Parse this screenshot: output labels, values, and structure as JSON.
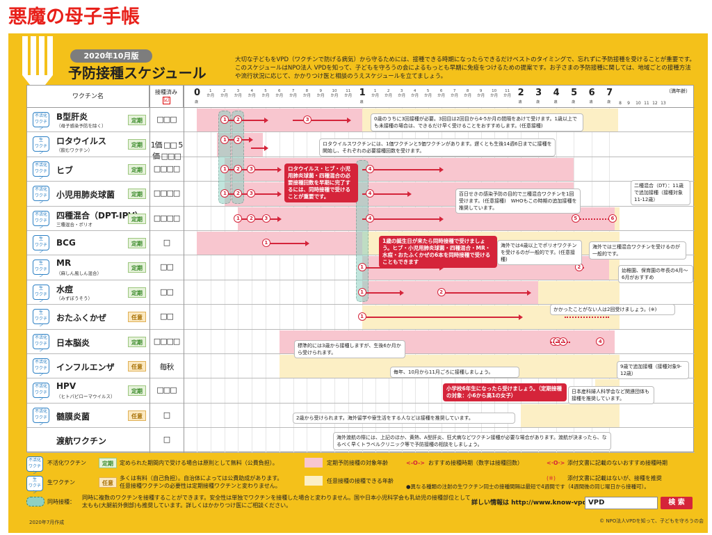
{
  "page_title": "悪魔の母子手帳",
  "badge": "2020年10月版",
  "schedule_title": "予防接種スケジュール",
  "intro": "大切な子どもをVPD（ワクチンで防げる病気）から守るためには、接種できる時期になったらできるだけベストのタイミングで、忘れずに予防接種を受けることが重要です。このスケジュールはNPO法人 VPDを知って、子どもを守ろうの会によるもっとも早期に免疫をつけるための提案です。お子さまの予防接種に関しては、地域ごとの接種方法や流行状況に応じて、かかりつけ医と相談のうえスケジュールを立てましょう。",
  "header": {
    "vaccine_name": "ワクチン名",
    "done": "接種済み",
    "done_mark": "☑",
    "age_note": "（満年齢）"
  },
  "ages_big": [
    "0",
    "1",
    "2",
    "3",
    "4",
    "5",
    "6",
    "7"
  ],
  "age_big_sub": "歳",
  "months_first": [
    "1",
    "2",
    "3",
    "4",
    "5",
    "6",
    "7",
    "8",
    "9",
    "10",
    "11"
  ],
  "months_second": [
    "1",
    "2",
    "3",
    "4",
    "5",
    "6",
    "7",
    "8",
    "9",
    "10",
    "11"
  ],
  "month_unit": "か月",
  "age_tail": [
    "8",
    "9",
    "10",
    "11",
    "12",
    "13"
  ],
  "vaccines": [
    {
      "type": "不活化",
      "name": "B型肝炎",
      "sub": "（母子感染予防を除く）",
      "cat": "定期",
      "boxes": "□□□"
    },
    {
      "type": "生",
      "name": "ロタウイルス",
      "sub": "（飲むワクチン）",
      "cat": "定期",
      "boxes": "1価 □□ 5価 □□□"
    },
    {
      "type": "不活化",
      "name": "ヒブ",
      "sub": "",
      "cat": "定期",
      "boxes": "□□□□"
    },
    {
      "type": "不活化",
      "name": "小児用肺炎球菌",
      "sub": "",
      "cat": "定期",
      "boxes": "□□□□"
    },
    {
      "type": "不活化",
      "name": "四種混合（DPT-IPV）",
      "sub": "三種混合・ポリオ",
      "cat": "定期",
      "boxes": "□□□□"
    },
    {
      "type": "生",
      "name": "BCG",
      "sub": "",
      "cat": "定期",
      "boxes": "□"
    },
    {
      "type": "生",
      "name": "MR",
      "sub": "（麻しん風しん混合）",
      "cat": "定期",
      "boxes": "□□"
    },
    {
      "type": "生",
      "name": "水痘",
      "sub": "（みずぼうそう）",
      "cat": "定期",
      "boxes": "□□"
    },
    {
      "type": "生",
      "name": "おたふくかぜ",
      "sub": "",
      "cat": "任意",
      "boxes": "□□"
    },
    {
      "type": "不活化",
      "name": "日本脳炎",
      "sub": "",
      "cat": "定期",
      "boxes": "□□□□"
    },
    {
      "type": "不活化",
      "name": "インフルエンザ",
      "sub": "",
      "cat": "任意",
      "boxes": "毎秋"
    },
    {
      "type": "不活化",
      "name": "HPV",
      "sub": "（ヒトパピローマウイルス）",
      "cat": "定期",
      "boxes": "□□□"
    },
    {
      "type": "不活化",
      "name": "髄膜炎菌",
      "sub": "",
      "cat": "任意",
      "boxes": "□"
    },
    {
      "type": "",
      "name": "渡航ワクチン",
      "sub": "",
      "cat": "",
      "boxes": "□"
    }
  ],
  "notes": {
    "hepb": "0歳のうちに3回接種が必要。3回目は2回目から4-5か月の間隔をあけて受けます。1歳以上でも未接種の場合は、できるだけ早く受けることをおすすめします。(任意接種)",
    "rota": "ロタウイルスワクチンには、1価ワクチンと5価ワクチンがあります。遅くとも生後14週6日までに接種を開始し、それぞれの必要接種回数を受けます。",
    "simul_red": "ロタウイルス・ヒブ・小児用肺炎球菌・四種混合の必要接種回数を早期に完了するには、同時接種で受けることが重要です。",
    "dpt_booster": "百日せきの感染予防の目的で三種混合ワクチンを1回受けます。(任意接種)　WHOもこの時期の追加接種を推奨しています。",
    "dt": "二種混合（DT）：11歳で追加接種（接種対象11-12歳）",
    "one_year_red": "1歳の誕生日が来たら同時接種で受けましょう。ヒブ・小児用肺炎球菌・四種混合・MR・水痘・おたふくかぜの6本を同時接種で受けることもできます",
    "polio": "海外では4歳以上でポリオワクチンを受けるのが一般的です。(任意接種)",
    "abroad_dpt": "海外では三種混合ワクチンを受けるのが一般的です。",
    "mr2": "幼稚園、保育園の年長の4月〜6月がおすすめ",
    "varicella": "かかったことがない人は2回受けましょう。(※)",
    "je": "標準的には3歳から接種しますが、生後6か月から受けられます。",
    "je9": "9歳で追加接種（接種対象9-12歳）",
    "flu": "毎年、10月から11月ごろに接種しましょう。",
    "hpv_red": "小学校6年生になったら受けましょう。（定期接種の対象：小6から高1の女子）",
    "hpv_note": "日本産科婦人科学会など関連団体も接種を推奨しています。",
    "mening": "2歳から受けられます。海外留学や寮生活をする人などは接種を推奨しています。",
    "travel": "海外渡航の際には、上記のほか、黄熱、A型肝炎、狂犬病などワクチン接種が必要な場合があります。渡航が決まったら、なるべく早くトラベルクリニック等で予防接種の相談をしましょう。"
  },
  "legend": {
    "inactive": "不活化ワクチン",
    "teiki_desc": "定められた期間内で受ける場合は原則として無料（公費負担）。",
    "teiki_target": "定期予防接種の対象年齢",
    "recommend": "おすすめ接種時期（数字は接種回数）",
    "not_in_doc": "添付文書に記載のないおすすめ接種時期",
    "live": "生ワクチン",
    "nini_desc1": "多くは有料（自己負担）。自治体によっては公費助成があります。",
    "nini_desc2": "任意接種ワクチンの必要性は定期接種ワクチンと変わりません。",
    "nini_target": "任意接種の接種できる年齢",
    "not_in_doc2": "添付文書に記載はないが、接種を推奨",
    "interval": "●異なる種類の注射の生ワクチン同士の接種間隔は最短で4週間です（4週間後の同じ曜日から接種可）。",
    "simul": "同時接種：",
    "simul_desc": "同時に複数のワクチンを接種することができます。安全性は単独でワクチンを接種した場合と変わりません。国や日本小児科学会も乳幼児の接種部位として太もも(大腿前外側部)も推奨しています。詳しくはかかりつけ医にご相談ください。",
    "more_info": "詳しい情報は http://www.know-vpd.jp/",
    "teiki_label": "定期",
    "nini_label": "任意",
    "ast": "(※)"
  },
  "search": {
    "value": "VPD",
    "button": "検 索"
  },
  "footer_left": "2020年7月作成",
  "footer_right": "© NPO法人VPDを知って、子どもを守ろうの会"
}
